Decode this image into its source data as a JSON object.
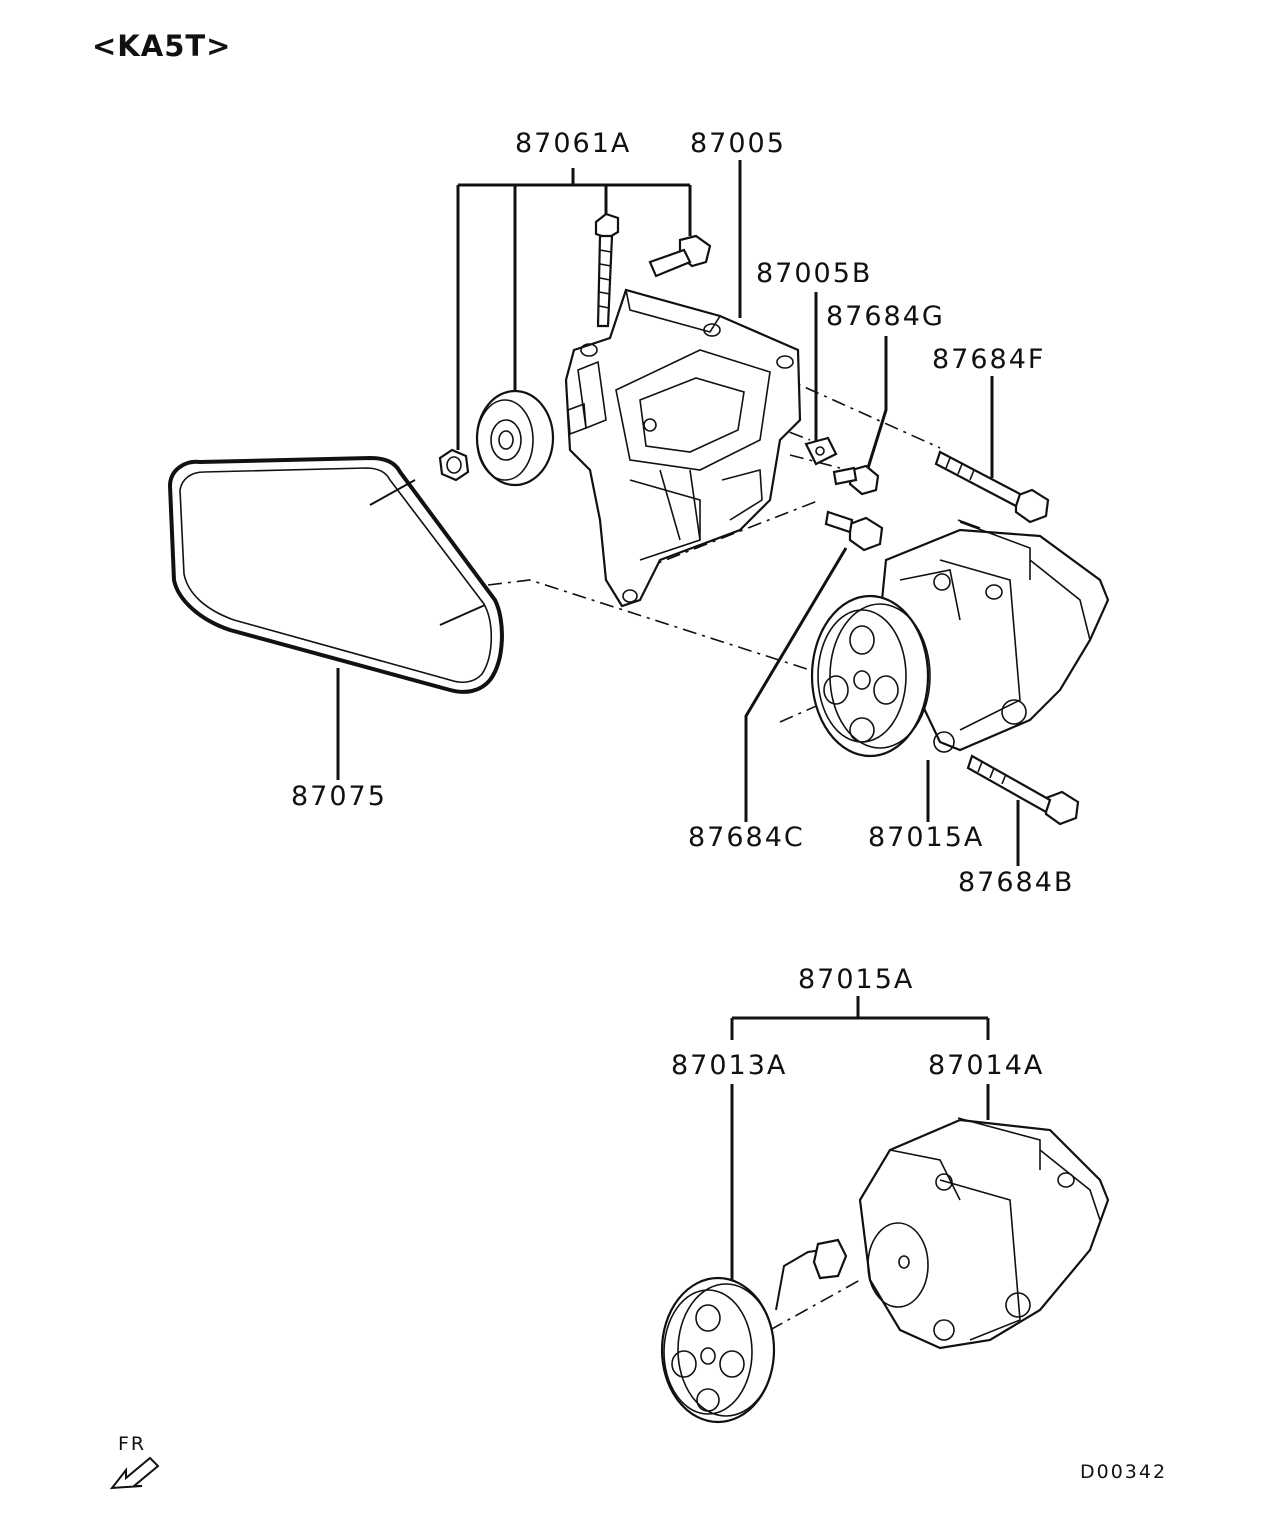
{
  "diagram": {
    "model_code": "<KA5T>",
    "drawing_number": "D00342",
    "direction_indicator": "FR",
    "labels": {
      "p87061A": "87061A",
      "p87005": "87005",
      "p87005B": "87005B",
      "p87684G": "87684G",
      "p87684F": "87684F",
      "p87075": "87075",
      "p87684C": "87684C",
      "p87015A_top": "87015A",
      "p87684B": "87684B",
      "p87015A_bottom": "87015A",
      "p87013A": "87013A",
      "p87014A": "87014A"
    }
  }
}
